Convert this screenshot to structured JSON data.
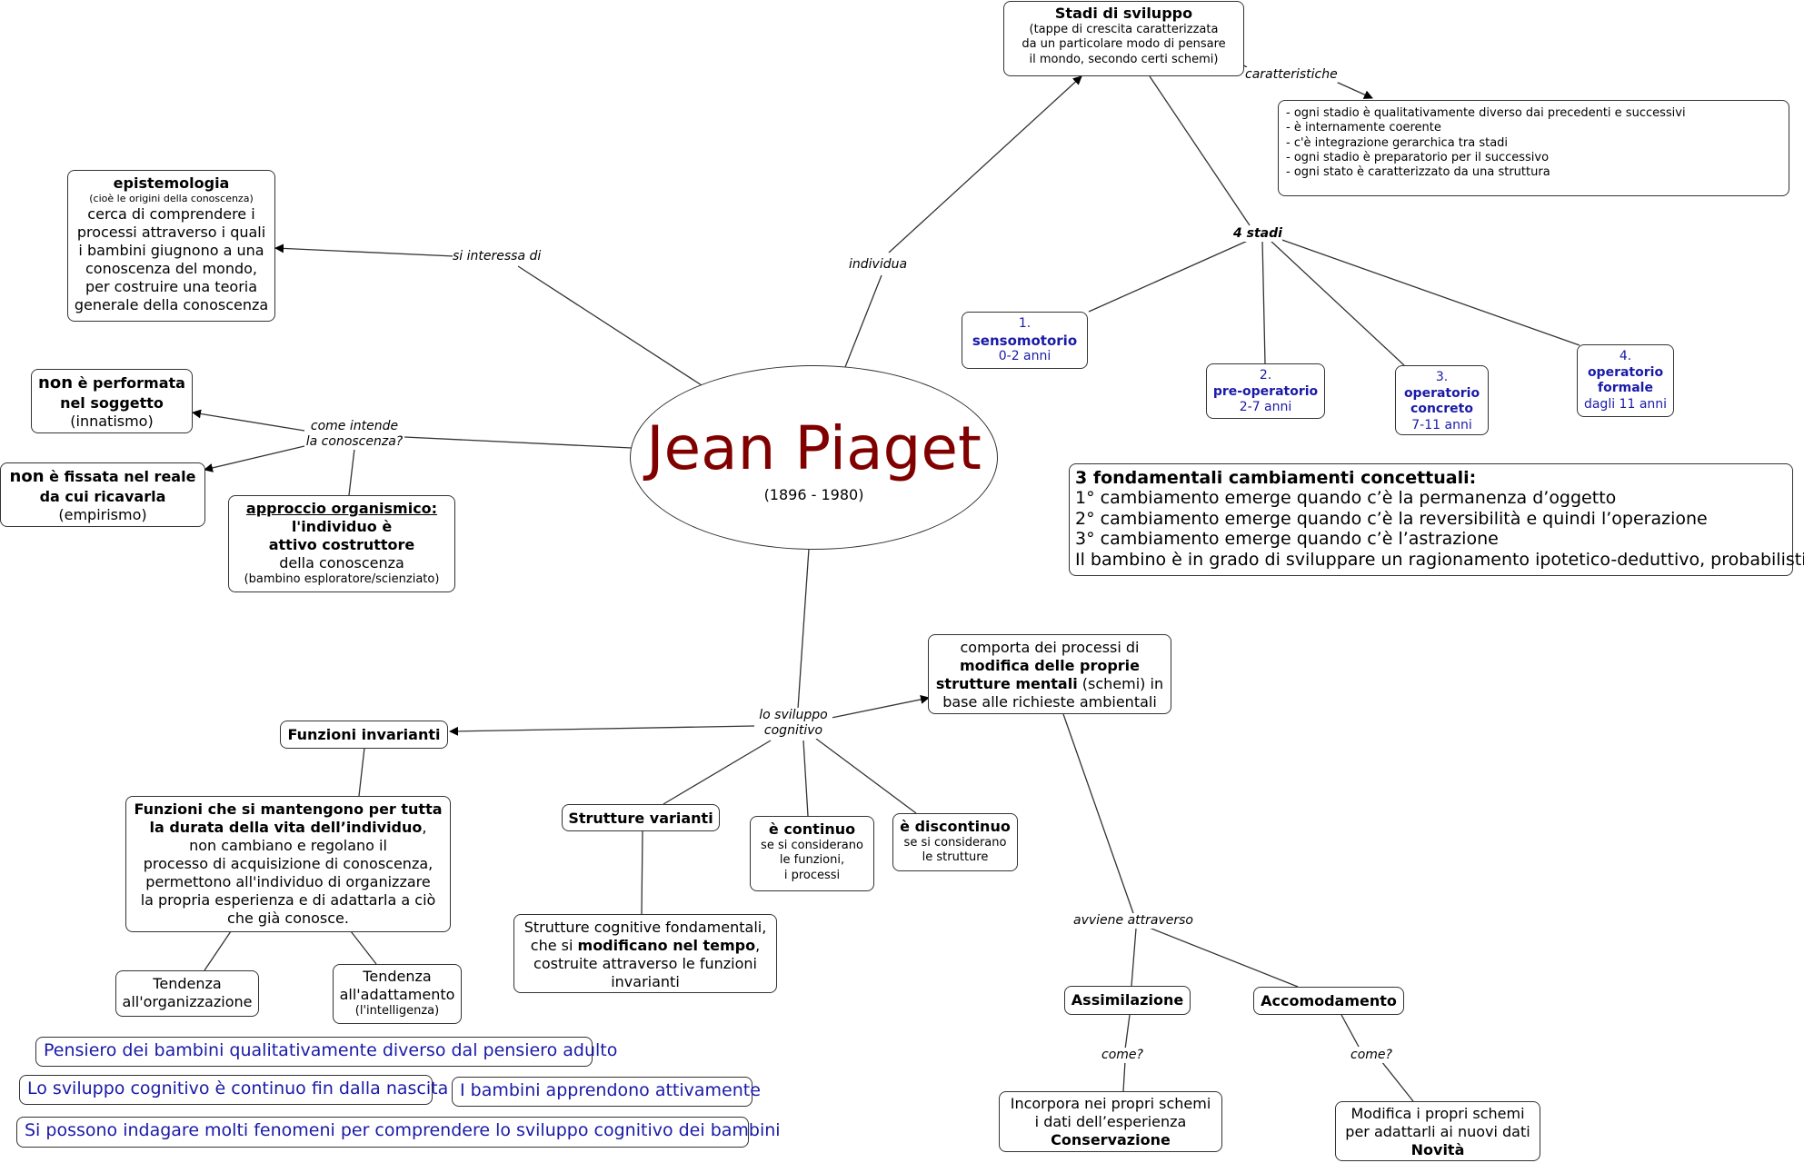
{
  "center": {
    "name": "Jean Piaget",
    "years": "(1896 - 1980)"
  },
  "link_labels": {
    "interessa": "si interessa di",
    "individua": "individua",
    "caratteristiche": "caratteristiche",
    "quattro_stadi": "4 stadi",
    "come_intende_1": "come intende",
    "come_intende_2": "la conoscenza?",
    "sviluppo_1": "lo sviluppo",
    "sviluppo_2": "cognitivo",
    "avviene": "avviene attraverso",
    "come_1": "come?",
    "come_2": "come?"
  },
  "epistemologia": {
    "title": "epistemologia",
    "subtitle": "(cioè le origini della conoscenza)",
    "lines": [
      "cerca di comprendere i",
      "processi attraverso i quali",
      "i bambini giugnono a una",
      "conoscenza del mondo,",
      "per costruire una teoria",
      "generale della conoscenza"
    ]
  },
  "stadi": {
    "title": "Stadi di sviluppo",
    "lines": [
      "(tappe di crescita caratterizzata",
      "da un particolare modo di pensare",
      "il mondo, secondo certi schemi)"
    ]
  },
  "caratteristiche_box": {
    "lines": [
      "- ogni stadio è qualitativamente diverso dai precedenti e successivi",
      "- è internamente coerente",
      "- c'è integrazione gerarchica tra stadi",
      "- ogni stadio è preparatorio per il successivo",
      "- ogni stato è caratterizzato da una struttura"
    ]
  },
  "stages": [
    {
      "num": "1.",
      "name": "sensomotorio",
      "age": "0-2 anni"
    },
    {
      "num": "2.",
      "name": "pre-operatorio",
      "age": "2-7 anni"
    },
    {
      "num": "3.",
      "name_1": "operatorio",
      "name_2": "concreto",
      "age": "7-11 anni"
    },
    {
      "num": "4.",
      "name_1": "operatorio",
      "name_2": "formale",
      "age": "dagli 11 anni"
    }
  ],
  "cambiamenti": {
    "title": "3 fondamentali cambiamenti concettuali:",
    "lines": [
      "1° cambiamento emerge quando c’è la permanenza d’oggetto",
      "2° cambiamento emerge quando c’è la reversibilità e quindi l’operazione",
      "3° cambiamento emerge quando c’è l’astrazione",
      "Il bambino è in grado di sviluppare un ragionamento ipotetico-deduttivo, probabilistico."
    ]
  },
  "innatismo": {
    "bold_1": "non",
    "rest_1": " è performata",
    "line_2": "nel soggetto",
    "line_3": "(innatismo)"
  },
  "empirismo": {
    "bold_1": "non",
    "rest_1": " è fissata nel reale",
    "line_2": "da cui ricavarla",
    "line_3": "(empirismo)"
  },
  "organismico": {
    "title": "approccio organismico:",
    "line_1": "l'individuo è",
    "line_2": "attivo costruttore",
    "line_3": "della conoscenza",
    "line_4": "(bambino esploratore/scienziato)"
  },
  "funzioni_invarianti": {
    "title": "Funzioni invarianti"
  },
  "funzioni_desc": {
    "bold_1": "Funzioni che si mantengono per tutta",
    "bold_2": "la durata della vita dell’individuo",
    "rest_2": ",",
    "lines": [
      "non cambiano e regolano il",
      "processo di acquisizione di conoscenza,",
      "permettono all'individuo di organizzare",
      "la propria esperienza e di adattarla a ciò",
      "che già conosce."
    ]
  },
  "tendenza_org": {
    "line_1": "Tendenza",
    "line_2": "all'organizzazione"
  },
  "tendenza_ad": {
    "line_1": "Tendenza",
    "line_2": "all'adattamento",
    "line_3": "(l'intelligenza)"
  },
  "strutture_varianti": {
    "title": "Strutture varianti"
  },
  "strutture_desc": {
    "line_1": "Strutture cognitive fondamentali,",
    "pre_2": "che si ",
    "bold_2": "modificano nel tempo",
    "post_2": ",",
    "line_3": "costruite attraverso le funzioni",
    "line_4": "invarianti"
  },
  "continuo": {
    "title": "è continuo",
    "lines": [
      "se si considerano",
      "le funzioni,",
      "i processi"
    ]
  },
  "discontinuo": {
    "title": "è discontinuo",
    "lines": [
      "se si considerano",
      "le strutture"
    ]
  },
  "modifica": {
    "line_1": "comporta dei processi di",
    "bold_2": "modifica delle proprie",
    "bold_3": "strutture mentali",
    "rest_3": " (schemi) in",
    "line_4": "base alle richieste ambientali"
  },
  "assimilazione": {
    "title": "Assimilazione"
  },
  "accomodamento": {
    "title": "Accomodamento"
  },
  "assim_desc": {
    "line_1": "Incorpora nei propri schemi",
    "line_2": "i dati dell’esperienza",
    "bold_3": "Conservazione"
  },
  "accom_desc": {
    "line_1": "Modifica i propri schemi",
    "line_2": "per adattarli ai nuovi dati",
    "bold_3": "Novità"
  },
  "notes": [
    "Pensiero dei bambini qualitativamente diverso dal pensiero adulto",
    "Lo sviluppo cognitivo è continuo fin dalla nascita",
    "I bambini apprendono attivamente",
    "Si possono indagare molti fenomeni per comprendere lo sviluppo cognitivo dei bambini"
  ],
  "colors": {
    "title": "#800000",
    "accent": "#1a1aa8",
    "line": "#333333"
  }
}
